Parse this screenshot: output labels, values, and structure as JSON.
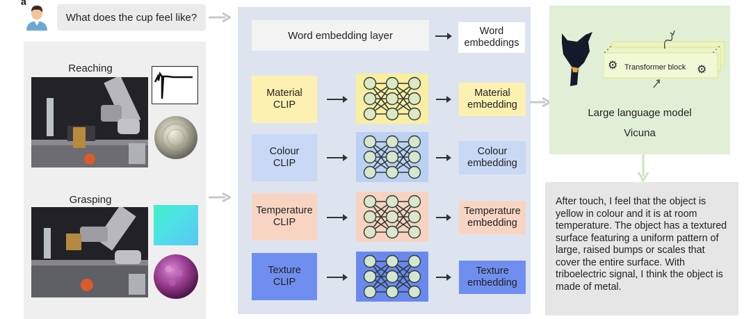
{
  "panel_label": "a",
  "question": "What does the cup feel like?",
  "left": {
    "reaching_label": "Reaching",
    "grasping_label": "Grasping"
  },
  "center": {
    "word_layer": "Word embedding layer",
    "word_output": "Word\nembeddings",
    "rows": [
      {
        "encoder": "Material\nCLIP",
        "embedding": "Material\nembedding",
        "encoder_color": "#fdf1b2",
        "nn_color": "#faeea0",
        "embed_color": "#fdf1b2",
        "node_color": "#dde8c4"
      },
      {
        "encoder": "Colour\nCLIP",
        "embedding": "Colour\nembedding",
        "encoder_color": "#c8d8f5",
        "nn_color": "#bcd0f4",
        "embed_color": "#c8d8f5",
        "node_color": "#d6e6cf"
      },
      {
        "encoder": "Temperature\nCLIP",
        "embedding": "Temperature\nembedding",
        "encoder_color": "#f8d5c3",
        "nn_color": "#f8d3bf",
        "embed_color": "#f8d5c3",
        "node_color": "#dbe6cd"
      },
      {
        "encoder": "Texture\nCLIP",
        "embedding": "Texture\nembedding",
        "encoder_color": "#6f8ef0",
        "nn_color": "#6a89ef",
        "embed_color": "#6f8ef0",
        "node_color": "#d4e6cf"
      }
    ]
  },
  "llm": {
    "transformer_label": "Transformer block",
    "title": "Large language model",
    "name": "Vicuna"
  },
  "answer": "After touch, I feel that the object is yellow in colour and it is at room temperature. The object has a textured surface featuring a uniform pattern of large, raised bumps or scales that cover the entire surface. With triboelectric signal, I think the object is made of metal.",
  "colors": {
    "center_bg": "#dde4ef",
    "llm_bg": "#e1efd6",
    "answer_bg": "#e6e6e6",
    "word_box": "#f3f3f3"
  }
}
